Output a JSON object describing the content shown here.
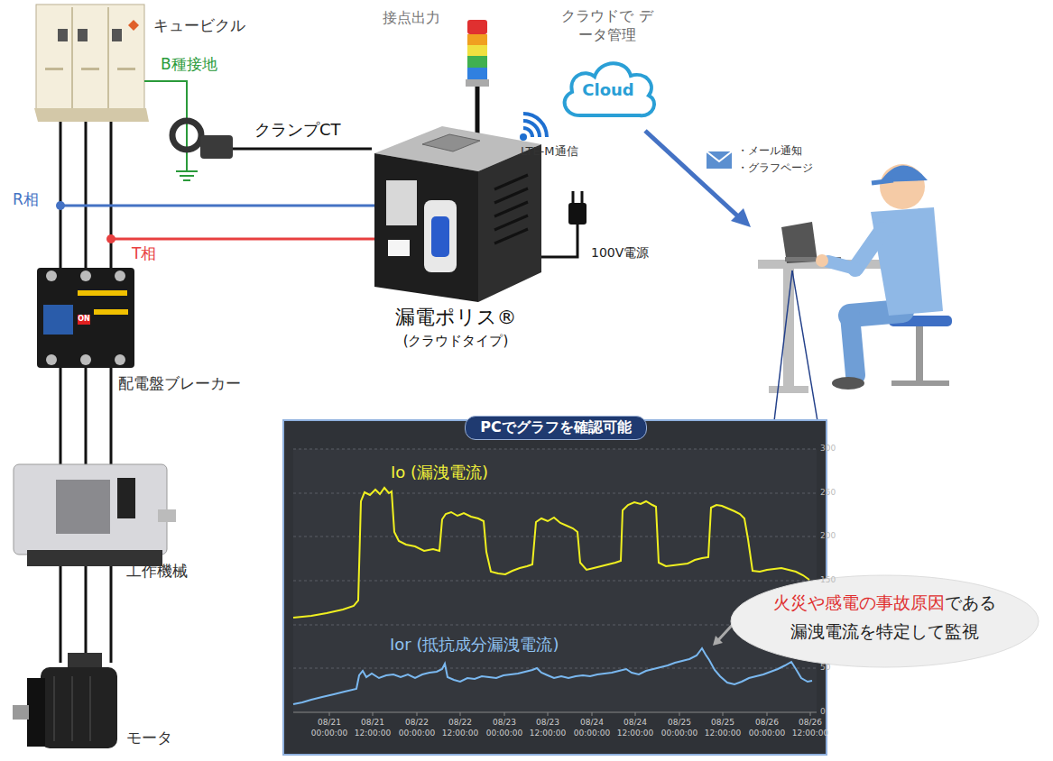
{
  "diagram": {
    "nodes": [
      {
        "text": [
          "キュービクル"
        ]
      },
      {
        "text": [
          "漏電ポリス®",
          "(クラウドタイプ)"
        ]
      },
      {
        "text": [
          "Cloud"
        ]
      },
      {
        "text": [
          "配電盤ブレーカー"
        ]
      },
      {
        "text": [
          "工作機械"
        ]
      },
      {
        "text": [
          "モータ"
        ]
      },
      {
        "text": [
          "PCでグラフを確認可能"
        ]
      },
      {
        "text": [
          "火災や感電の事故原因",
          "である",
          "漏洩電流を特定して監視"
        ]
      }
    ],
    "edges": [
      {
        "from": 0,
        "to": 3,
        "arrow": "none"
      },
      {
        "from": 3,
        "to": 4,
        "arrow": "none"
      },
      {
        "from": 4,
        "to": 5,
        "arrow": "none"
      }
    ],
    "labels": [
      "B種接地",
      "クランプCT",
      "接点出力",
      "クラウドで データ管理",
      "LTE-M通信",
      "・メール通知",
      "・グラフページ",
      "R相",
      "T相",
      "ON",
      "100V電源",
      "Io (漏洩電流)",
      "Ior (抵抗成分漏洩電流)",
      "300",
      "250",
      "200",
      "150",
      "50",
      "0",
      "08/21 00:00:00",
      "08/21 12:00:00",
      "08/22 00:00:00",
      "08/22 12:00:00",
      "08/23 00:00:00",
      "08/23 12:00:00",
      "08/24 00:00:00",
      "08/24 12:00:00",
      "08/25 00:00:00",
      "08/25 12:00:00",
      "08/26 00:00:00",
      "08/26 12:00:00"
    ]
  }
}
